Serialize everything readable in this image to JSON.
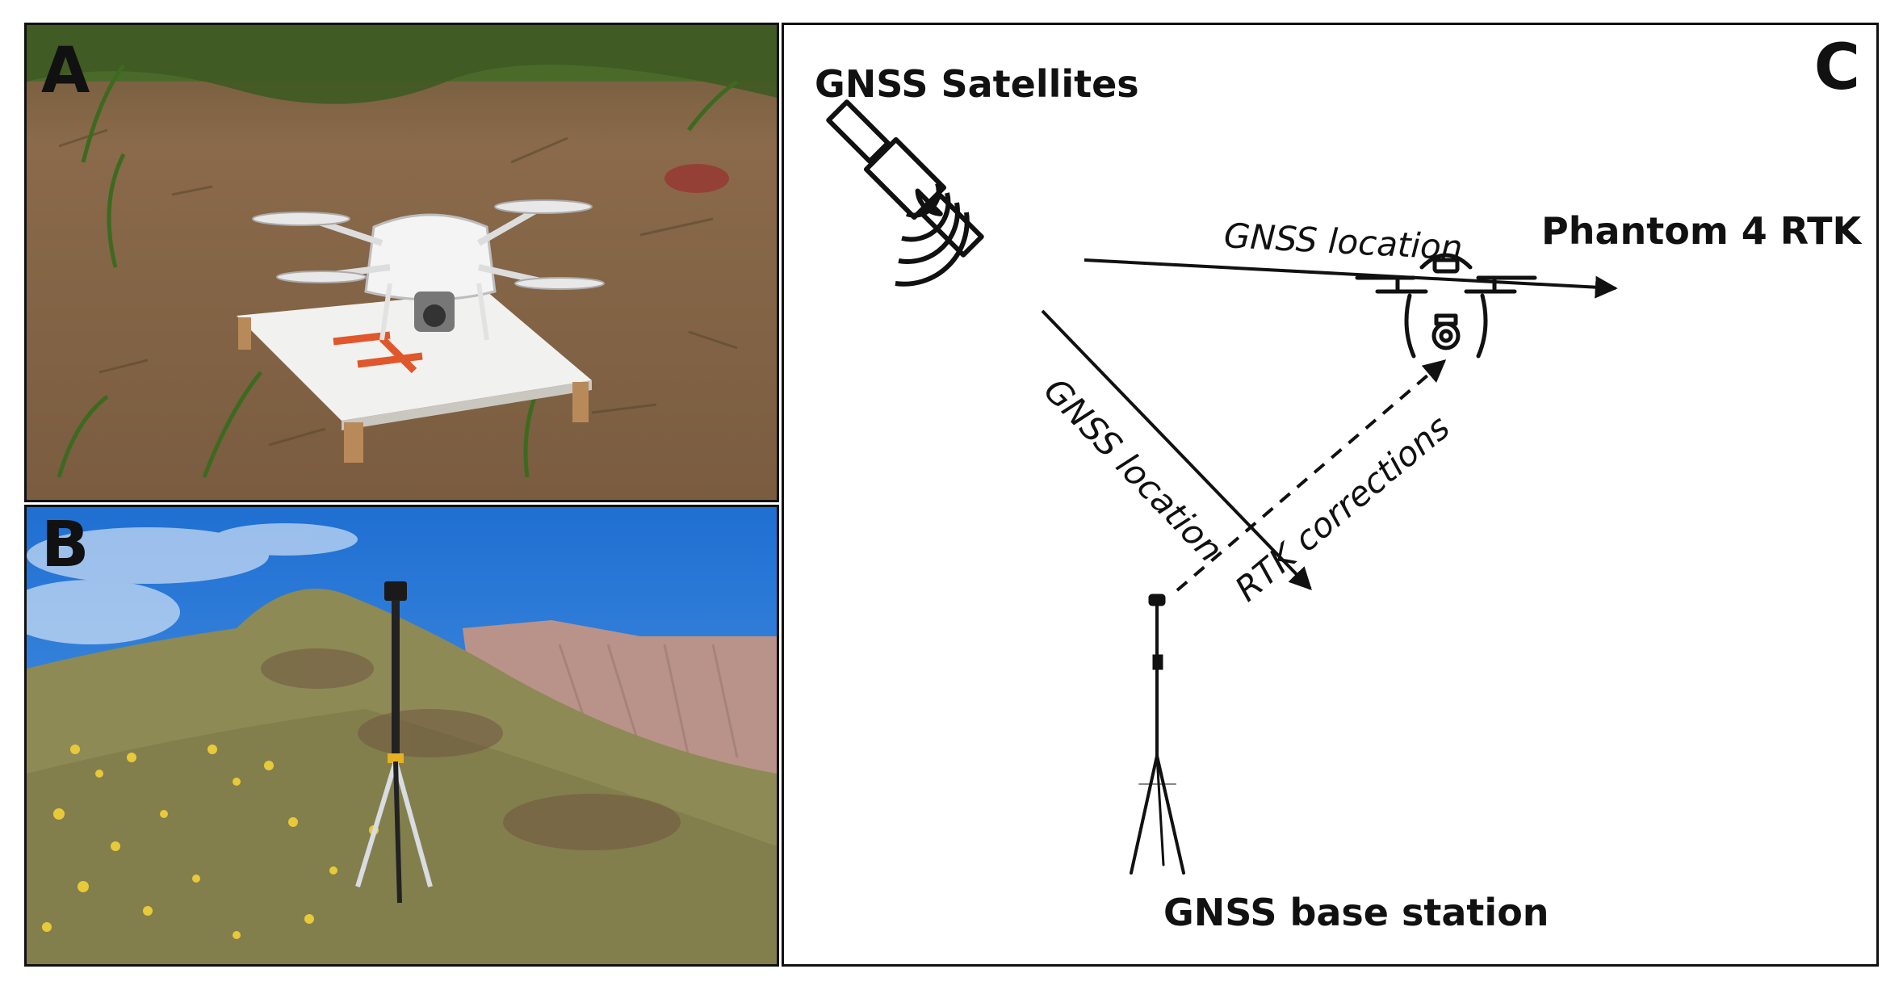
{
  "panels": {
    "a": {
      "letter": "A",
      "icon": "photo-drone-on-landing-pad",
      "colors": {
        "soil": "#8a6a4a",
        "grass": "#3f5a22",
        "pad": "#f1f1ef",
        "tape": "#e0572b"
      }
    },
    "b": {
      "letter": "B",
      "icon": "photo-gnss-base-station-on-hillside",
      "colors": {
        "sky": "#2e7ad6",
        "hill": "#8d8a55",
        "flowers": "#e8c93a",
        "cliff": "#b9938a"
      }
    },
    "c": {
      "letter": "C",
      "nodes": {
        "satellites": "GNSS Satellites",
        "drone": "Phantom 4 RTK",
        "base_station": "GNSS base station"
      },
      "edges": {
        "sat_to_drone": "GNSS location",
        "sat_to_base": "GNSS location",
        "base_to_drone": "RTK corrections"
      },
      "icons": [
        "satellite-icon",
        "drone-icon",
        "tripod-antenna-icon"
      ]
    }
  },
  "colors": {
    "ink": "#111111",
    "border": "#111111",
    "background": "#ffffff"
  }
}
